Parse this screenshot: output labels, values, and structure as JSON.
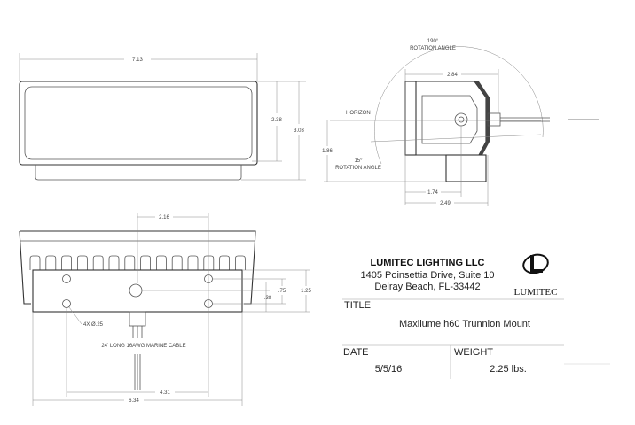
{
  "front_view": {
    "width_dim": "7.13",
    "lens_height_dim": "2.38",
    "total_height_dim": "3.03"
  },
  "side_view": {
    "rotation_190": "190°",
    "rotation_label": "ROTATION ANGLE",
    "horizon": "HORIZON",
    "rotation_15": "15°",
    "depth_dim": "2.84",
    "height_dim": "1.86",
    "pivot_dim": "1.74",
    "base_dim": "2.49"
  },
  "bottom_view": {
    "hole_spacing_dim": "2.16",
    "hole_callout": "4X Ø.25",
    "cable_label": "24' LONG 16AWG MARINE CABLE",
    "dim_38": ".38",
    "dim_75": ".75",
    "dim_125": "1.25",
    "dim_431": "4.31",
    "dim_634": "6.34"
  },
  "title_block": {
    "company": "LUMITEC LIGHTING LLC",
    "address1": "1405 Poinsettia Drive, Suite 10",
    "address2": "Delray Beach, FL-33442",
    "logo_text": "LUMITEC",
    "title_label": "TITLE",
    "title": "Maxilume h60 Trunnion Mount",
    "date_label": "DATE",
    "date": "5/5/16",
    "weight_label": "WEIGHT",
    "weight": "2.25 lbs."
  }
}
